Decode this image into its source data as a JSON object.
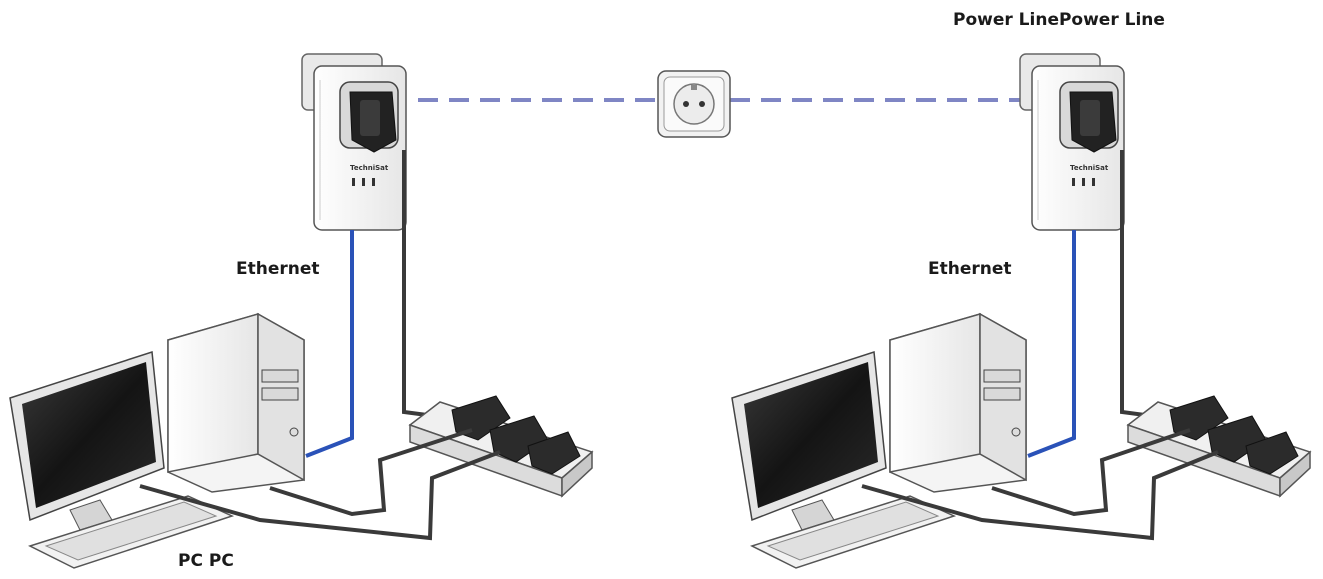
{
  "labels": {
    "power_line": "Power LinePower Line",
    "ethernet_left": "Ethernet",
    "ethernet_right": "Ethernet",
    "pc": "PC PC"
  },
  "adapter_brand": "TechniSat",
  "colors": {
    "powerline_dash": "#7f86c4",
    "ethernet_cable": "#2a52b8",
    "power_cable": "#3a3a3a",
    "device_body": "#f4f4f4",
    "device_outline": "#555555",
    "screen": "#1b1b1b"
  }
}
